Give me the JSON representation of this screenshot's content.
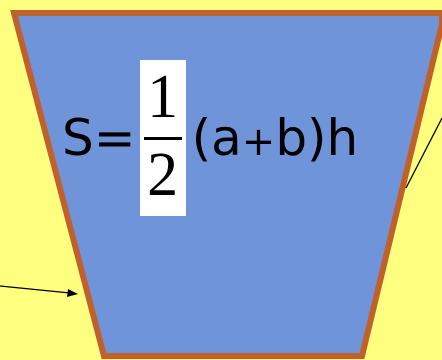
{
  "colors": {
    "background": "#ffff80",
    "trapezoid_fill": "#7094d9",
    "trapezoid_border": "#c0602a",
    "fraction_background": "#ffffff",
    "text": "#000000"
  },
  "formula": {
    "lhs": "S=",
    "numerator": "1",
    "denominator": "2",
    "rhs_open": "(a",
    "rhs_plus": "+",
    "rhs_close": "b)h"
  }
}
